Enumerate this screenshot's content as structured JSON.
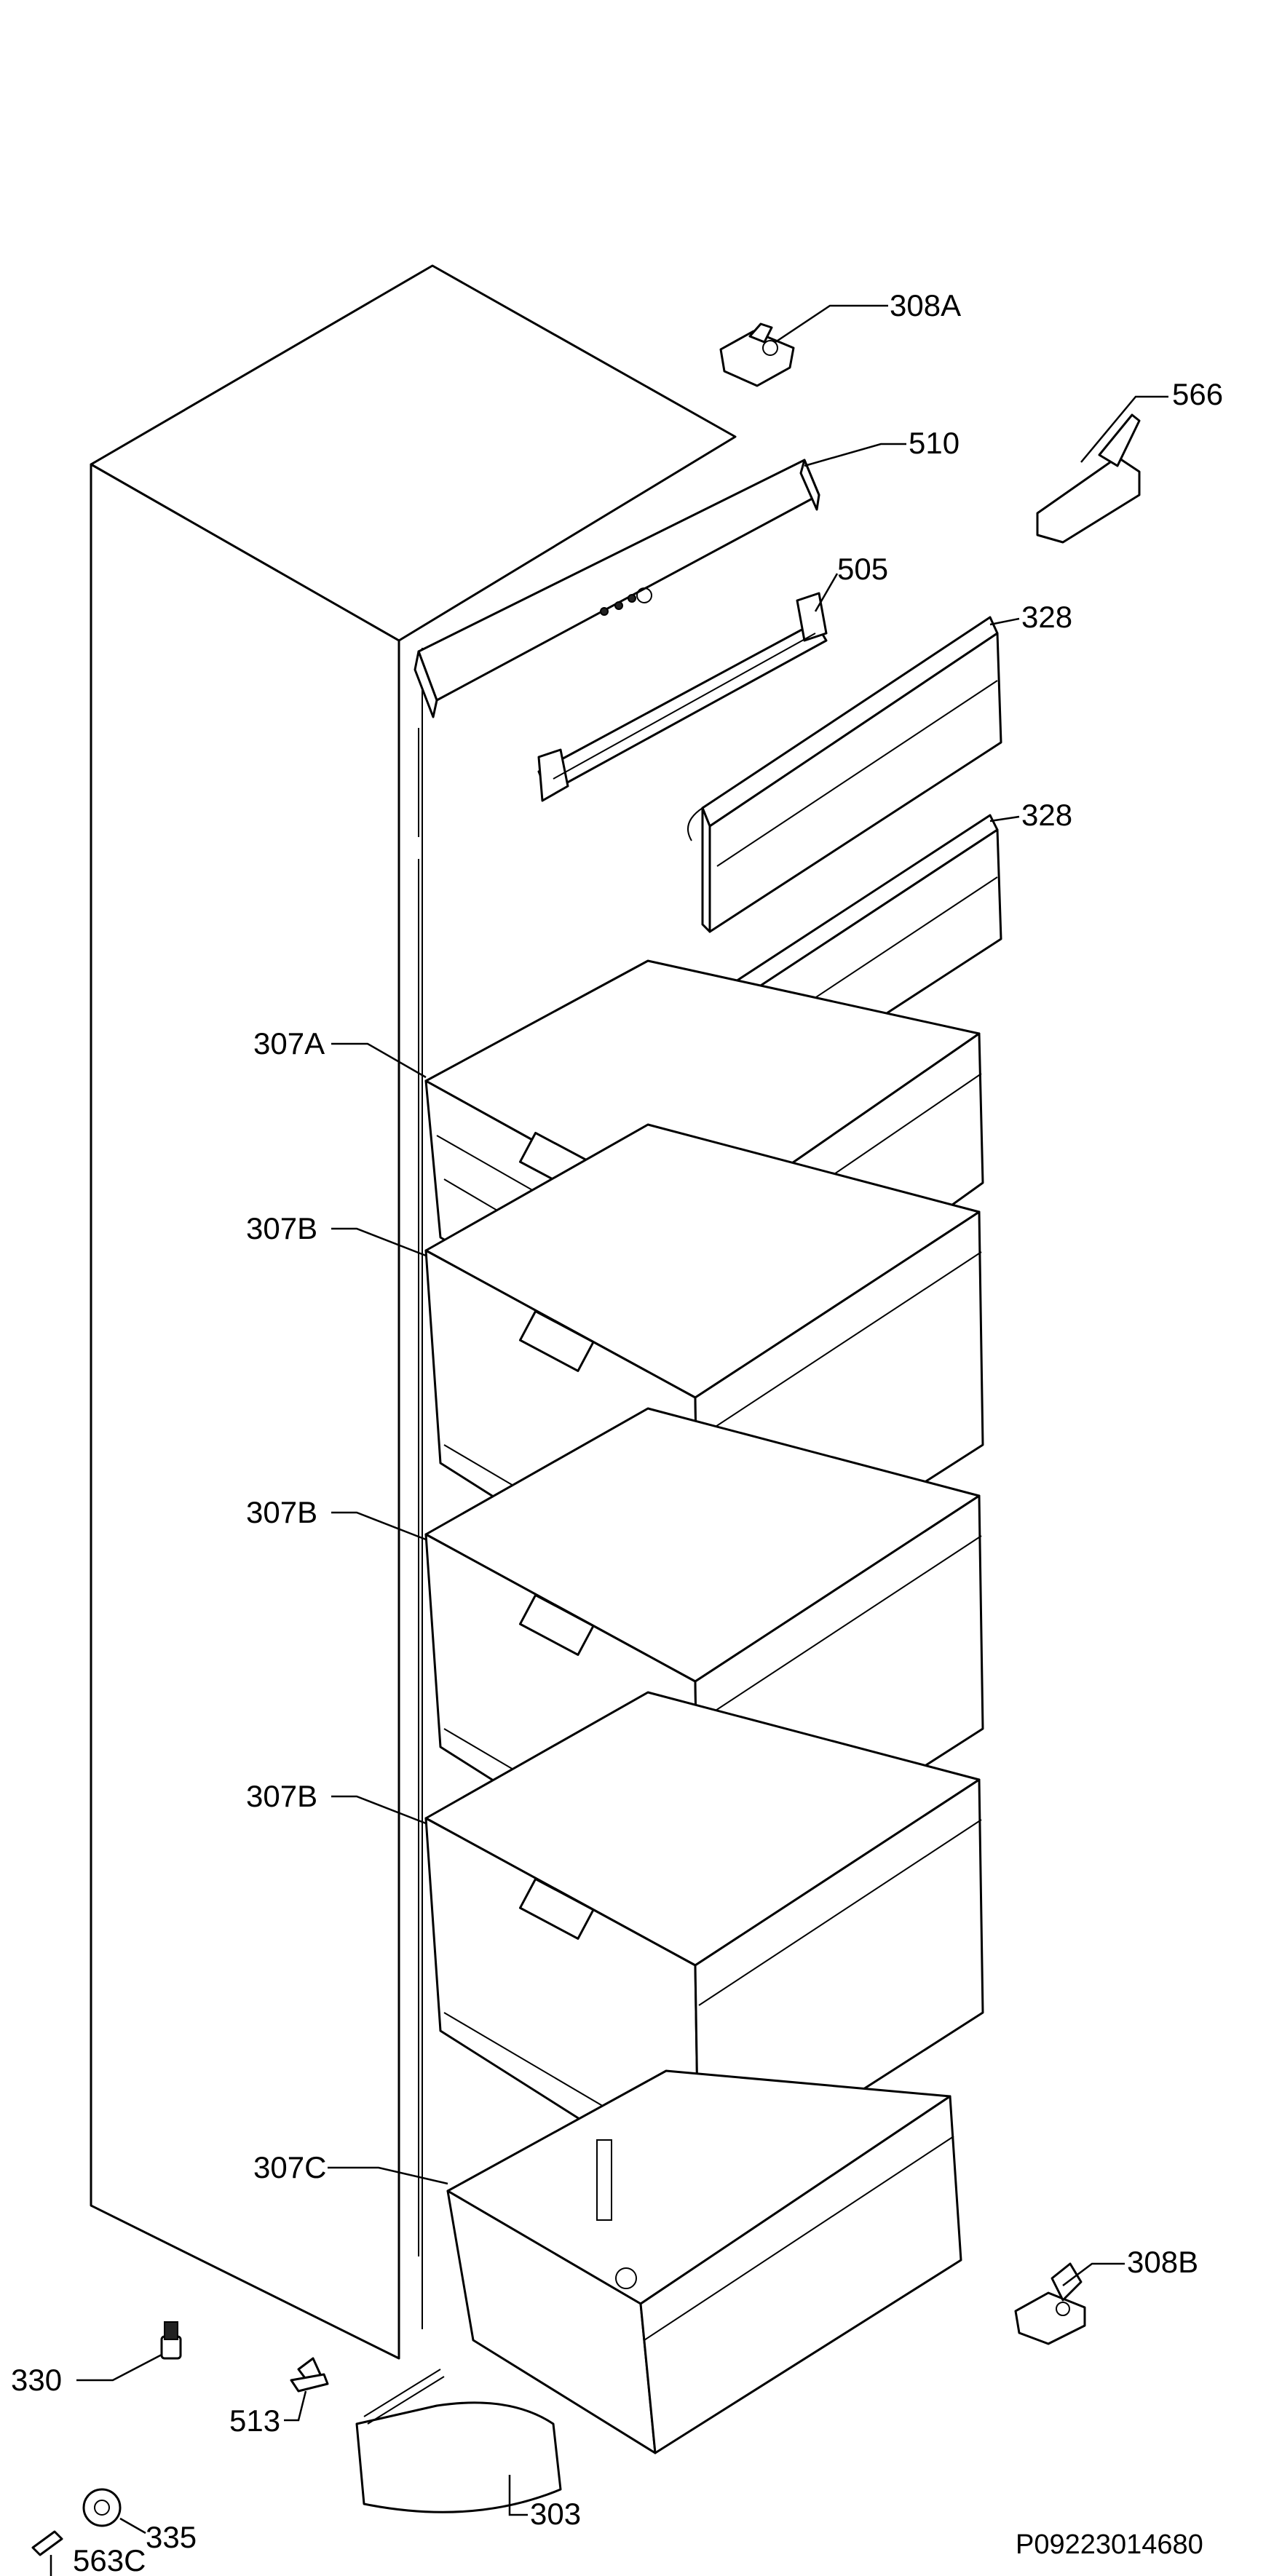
{
  "callouts": {
    "c308a": "308A",
    "c566": "566",
    "c510": "510",
    "c505": "505",
    "c328_top": "328",
    "c328_bottom": "328",
    "c307a": "307A",
    "c307b_1": "307B",
    "c307b_2": "307B",
    "c307b_3": "307B",
    "c307c": "307C",
    "c308b": "308B",
    "c330": "330",
    "c513": "513",
    "c303": "303",
    "c335": "335",
    "c563c": "563C"
  },
  "document_id": "P09223014680"
}
